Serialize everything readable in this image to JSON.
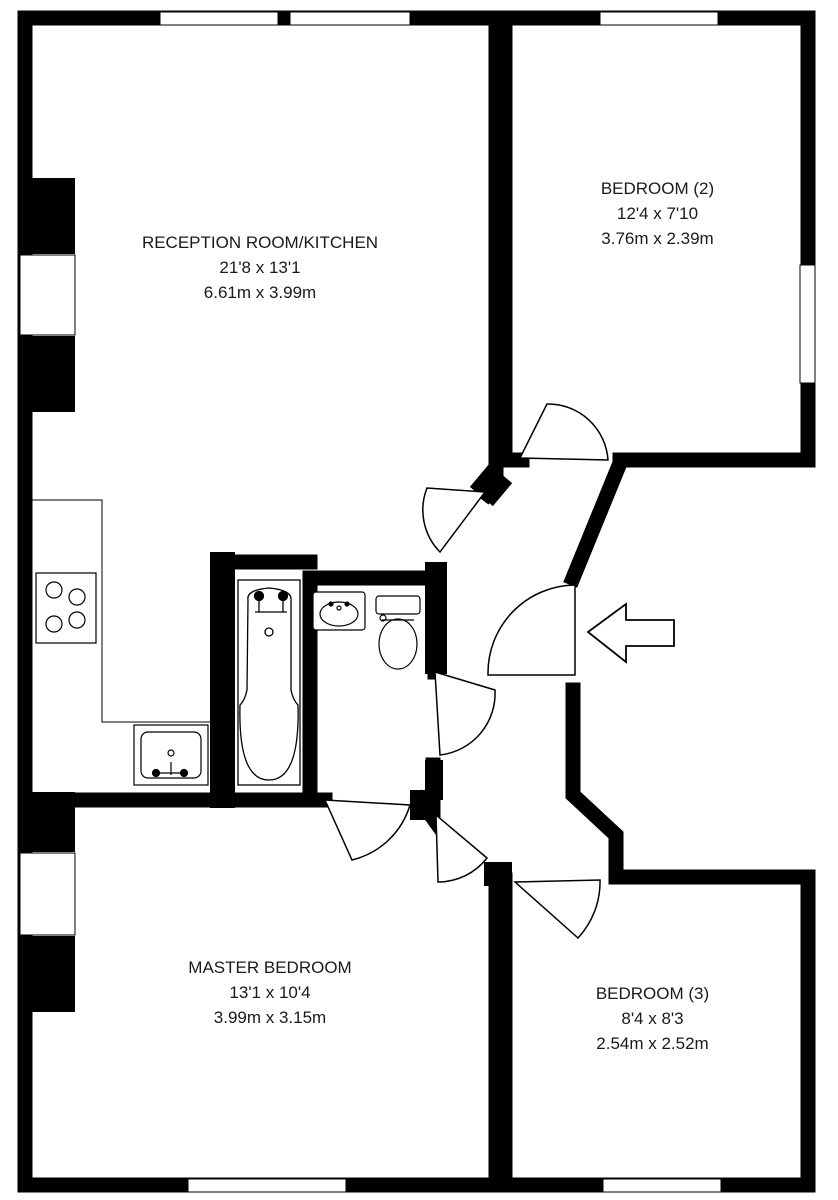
{
  "rooms": {
    "reception": {
      "name": "RECEPTION ROOM/KITCHEN",
      "imperial": "21'8 x 13'1",
      "metric": "6.61m x 3.99m"
    },
    "bedroom2": {
      "name": "BEDROOM (2)",
      "imperial": "12'4 x 7'10",
      "metric": "3.76m x 2.39m"
    },
    "master": {
      "name": "MASTER BEDROOM",
      "imperial": "13'1 x 10'4",
      "metric": "3.99m x 3.15m"
    },
    "bedroom3": {
      "name": "BEDROOM (3)",
      "imperial": "8'4 x 8'3",
      "metric": "2.54m x 2.52m"
    }
  },
  "icons": {
    "entrance": "entrance-arrow-icon",
    "hob": "hob-icon",
    "kitchen_sink": "kitchen-sink-icon",
    "bath": "bath-icon",
    "basin": "basin-icon",
    "toilet": "toilet-icon"
  },
  "colors": {
    "wall": "#000000",
    "background": "#ffffff",
    "text": "#1a1a1a"
  }
}
